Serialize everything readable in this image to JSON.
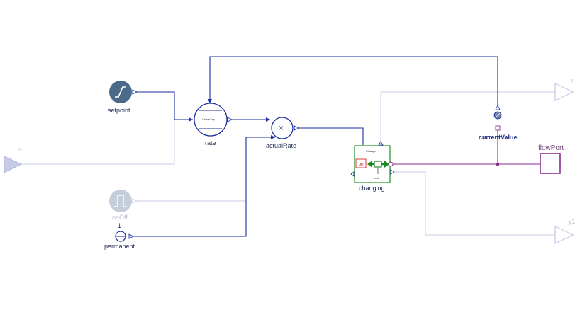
{
  "diagram": {
    "blocks": {
      "setpoint": {
        "label": "setpoint"
      },
      "rate": {
        "label": "rate",
        "inner_text": "CloseGap"
      },
      "actual_rate": {
        "label": "actualRate",
        "symbol": "×"
      },
      "on_off": {
        "label": "onOff"
      },
      "permanent": {
        "label": "permanent",
        "value": "1"
      },
      "changing": {
        "label": "changing",
        "inner_text": "Change",
        "sub_text": "rate"
      },
      "current_value": {
        "label": "currentValue"
      },
      "flow_port": {
        "label": "flowPort"
      }
    },
    "ports": {
      "u": {
        "label": "u"
      },
      "y": {
        "label": "y"
      },
      "y1": {
        "label": "y1"
      }
    },
    "colors": {
      "signal_line": "#1b2f9e",
      "faded_line": "#c3c8e6",
      "flow_line": "#8a2d8f",
      "block_dark": "#4a6a8a",
      "block_green": "#2e9a2e",
      "infinity_red": "#d63c3c"
    }
  }
}
